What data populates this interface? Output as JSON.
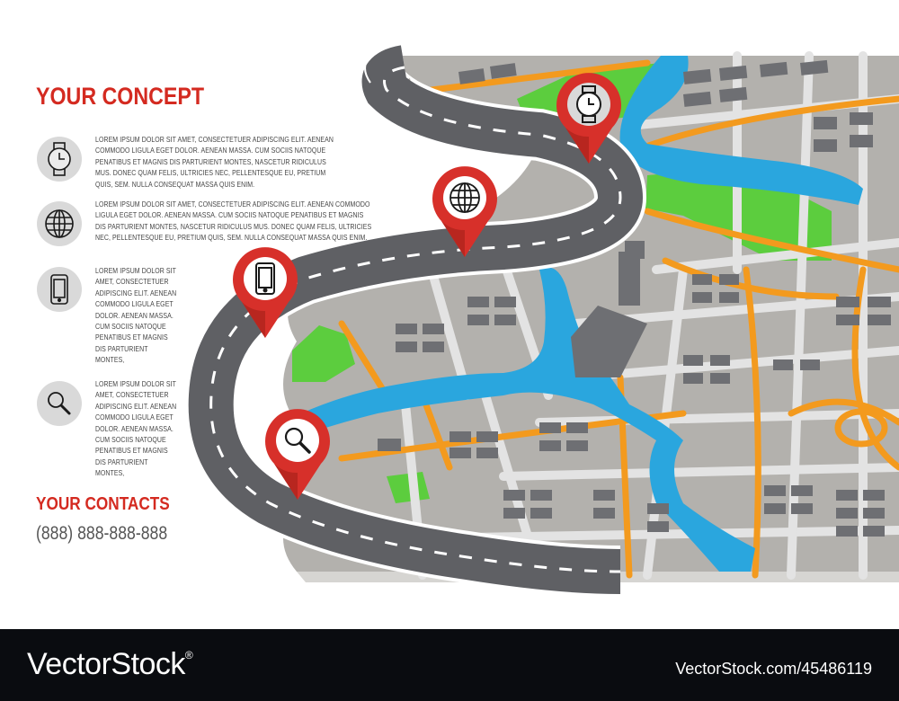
{
  "header": {
    "title": "YOUR CONCEPT"
  },
  "features": [
    {
      "icon": "watch-icon",
      "text": "LOREM IPSUM DOLOR SIT AMET, CONSECTETUER ADIPISCING ELIT. AENEAN COMMODO LIGULA EGET DOLOR. AENEAN MASSA. CUM SOCIIS NATOQUE PENATIBUS ET MAGNIS DIS PARTURIENT MONTES, NASCETUR RIDICULUS MUS. DONEC QUAM FELIS, ULTRICIES NEC, PELLENTESQUE EU, PRETIUM QUIS, SEM. NULLA CONSEQUAT MASSA QUIS ENIM."
    },
    {
      "icon": "globe-icon",
      "text": "LOREM IPSUM DOLOR SIT AMET, CONSECTETUER ADIPISCING ELIT. AENEAN COMMODO LIGULA EGET DOLOR. AENEAN MASSA. CUM SOCIIS NATOQUE PENATIBUS ET MAGNIS DIS PARTURIENT MONTES, NASCETUR RIDICULUS MUS. DONEC QUAM FELIS, ULTRICIES NEC, PELLENTESQUE EU, PRETIUM QUIS, SEM. NULLA CONSEQUAT MASSA QUIS ENIM."
    },
    {
      "icon": "smartphone-icon",
      "text": "LOREM IPSUM DOLOR SIT AMET, CONSECTETUER ADIPISCING ELIT. AENEAN COMMODO LIGULA EGET DOLOR. AENEAN MASSA. CUM SOCIIS NATOQUE PENATIBUS ET MAGNIS DIS PARTURIENT MONTES,"
    },
    {
      "icon": "magnifier-icon",
      "text": "LOREM IPSUM DOLOR SIT AMET, CONSECTETUER ADIPISCING ELIT. AENEAN COMMODO LIGULA EGET DOLOR. AENEAN MASSA. CUM SOCIIS NATOQUE PENATIBUS ET MAGNIS DIS PARTURIENT MONTES,"
    }
  ],
  "contacts": {
    "title": "YOUR CONTACTS",
    "phone": "(888) 888-888-888"
  },
  "map": {
    "pins": [
      "watch-icon",
      "globe-icon",
      "smartphone-icon",
      "magnifier-icon"
    ],
    "colors": {
      "pin": "#d7302a",
      "road": "#5f6064",
      "water": "#2aa6de",
      "park": "#5ccd3e",
      "street": "#f39a1e",
      "block": "#6e6f73"
    }
  },
  "footer": {
    "brand": "VectorStock",
    "registered": "®",
    "image_id": "VectorStock.com/45486119"
  }
}
